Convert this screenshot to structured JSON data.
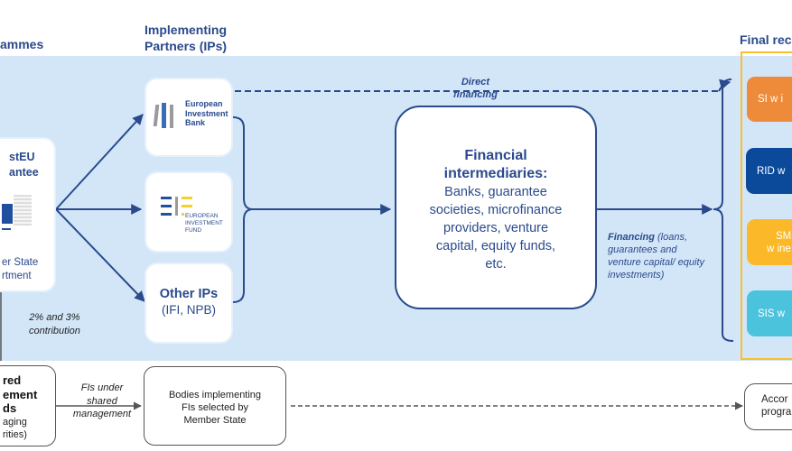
{
  "headers": {
    "programmes": "ammes",
    "implementing_partners_line1": "Implementing",
    "implementing_partners_line2": "Partners (IPs)",
    "final_recipients": "Final rec"
  },
  "investeu_box": {
    "title_line1": "stEU",
    "title_line2": "antee",
    "footer_line1": "er State",
    "footer_line2": "rtment",
    "icon": "european-commission-logo"
  },
  "implementing_partners": [
    {
      "id": "eib",
      "logo": "eib-logo",
      "name_lines": [
        "European",
        "Investment",
        "Bank"
      ]
    },
    {
      "id": "eif",
      "logo": "eif-logo",
      "name_lines": [
        "EUROPEAN",
        "INVESTMENT",
        "FUND"
      ]
    },
    {
      "id": "other",
      "title": "Other IPs",
      "subtitle": "(IFI, NPB)"
    }
  ],
  "contribution_label": {
    "line1": "2% and 3%",
    "line2": "contribution"
  },
  "direct_financing_label": {
    "line1": "Direct",
    "line2": "financing"
  },
  "financial_intermediaries": {
    "title_line1": "Financial",
    "title_line2": "intermediaries:",
    "body_lines": [
      "Banks, guarantee",
      "societies, microfinance",
      "providers, venture",
      "capital, equity funds,",
      "etc."
    ]
  },
  "financing_label": {
    "bold": "Financing",
    "rest_line1": " (loans,",
    "line2": "guarantees and",
    "line3": "venture capital/ equity",
    "line4": "investments)"
  },
  "final_recipients": [
    {
      "label": "SI w i",
      "color": "#ee8b3a"
    },
    {
      "label": "RID w",
      "color": "#0b4a9b"
    },
    {
      "label_line1": "SM",
      "label_line2": "w ine",
      "color": "#fbb92a"
    },
    {
      "label": "SIS w",
      "color": "#4cc3dc"
    }
  ],
  "colors": {
    "band": "#d3e6f8",
    "navy": "#2a4a8c",
    "recipients_frame": "#fbbf2e",
    "gray_arrow": "#555555"
  },
  "shared_management": {
    "box_lines_bold": [
      "red",
      "ement",
      "ds"
    ],
    "box_lines_normal": [
      "aging",
      "rities)"
    ],
    "arrow_label_lines": [
      "FIs under",
      "shared",
      "management"
    ],
    "bodies_box_lines": [
      "Bodies implementing",
      "FIs selected by",
      "Member State"
    ],
    "final_box_lines": [
      "Accor",
      "progra"
    ]
  }
}
